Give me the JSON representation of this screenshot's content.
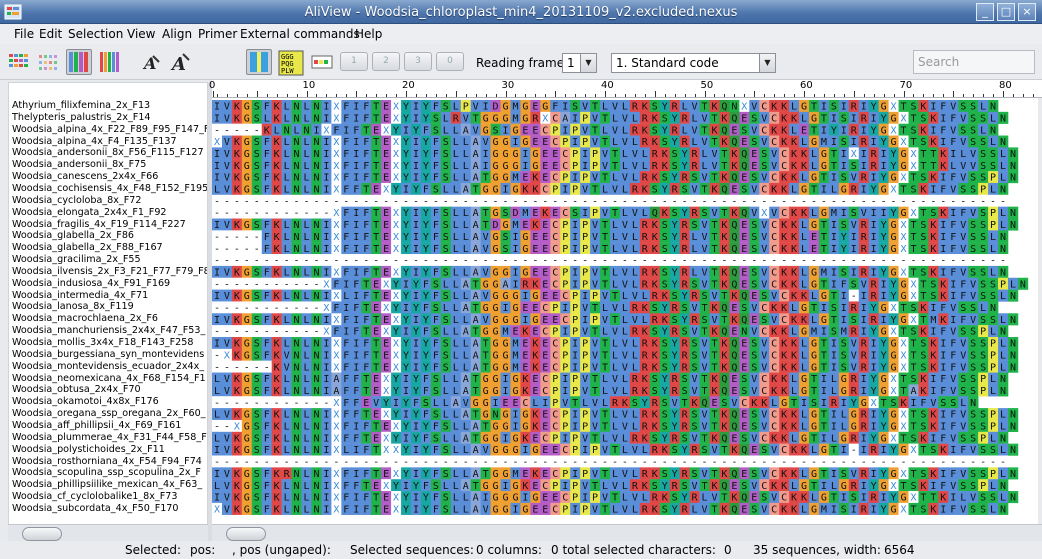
{
  "window": {
    "title": "AliView - Woodsia_chloroplast_min4_20131109_v2.excluded.nexus"
  },
  "menu": [
    "File",
    "Edit",
    "Selection",
    "View",
    "Align",
    "Primer",
    "External commands",
    "Help"
  ],
  "toolbar": {
    "number_buttons": [
      "1",
      "2",
      "3",
      "0"
    ],
    "reading_frame_label": "Reading frame:",
    "reading_frame_value": "1",
    "genetic_code_value": "1. Standard code",
    "search_placeholder": "Search"
  },
  "ruler_ticks": [
    "0",
    "10",
    "20",
    "30",
    "40",
    "50",
    "60",
    "70",
    "80"
  ],
  "sequences": [
    {
      "name": "Athyrium_filixfemina_2x_F13",
      "seq": "IVKGSFKLNLNIXFIFTEXYIYFSLPVIDGMGEGFISVTLVLRKSYRLVTKQNXVCKKLGTISIRIYGXTSKIFVSSLN"
    },
    {
      "name": "Thelypteris_palustris_2x_F14",
      "seq": "IVKGSLKLNLNIXFIFTEXYIYSLRVTGGGMGRXCAIPVTLVLRKSYRLVTKQESVCKKLGTISIRIYGXTSKIFVSSLN"
    },
    {
      "name": "Woodsia_alpina_4x_F22_F89_F95_F147_F",
      "seq": "-----KLNLNIXFIFTEXYIYFSLLAVGSIGEECPIPVTLVLRKSYRLVTKQESVCKKLETIYIRIYGXTSKIFVSSLN"
    },
    {
      "name": "Woodsia_alpina_4x_F4_F135_F137",
      "seq": "XVKGSFKLNLNIXFIFTEXYIYFSLLAVGGIGEECPIPVTLVLRKSYRLVTKQESVCKKLGMISIRIYGXTSKIFVSSLN"
    },
    {
      "name": "Woodsia_andersonii_8x_F56_F115_F127",
      "seq": "IVKGSFKLNLNIXFIFTEXYIYFSLLAIGGGIGEECPIPVTLVLRKSYRLVTKQESVCKKLGTIXIRIYGXTTKILVSSLN"
    },
    {
      "name": "Woodsia_andersonii_8x_F75",
      "seq": "IVKGSFKLNLNIXFIFTEXYIYFSLLAIGGGIGEECPIPVTLVLRKSYRLVTKQESVCKKLGTISIRIYGXTTKLVVSSLN"
    },
    {
      "name": "Woodsia_canescens_2x4x_F66",
      "seq": "IVKGSFKLNLNIXFIFTEXYIYFSLLATGGMEKECPIPVTLVLRKSYRSVTKQESVCKKLGTISVRIYGXTSKIFVSSPLN"
    },
    {
      "name": "Woodsia_cochisensis_4x_F48_F152_F195",
      "seq": "LVKGSFKLNLNIXFFTEXYIYFSLLATGGIGKKCPIPVTLVLRKSYRSVTKQESVCKKLGTILGRIYGXTSKIFVSSPLN"
    },
    {
      "name": "Woodsia_cycloloba_8x_F72",
      "seq": "--------------------------------------------------------------------------------"
    },
    {
      "name": "Woodsia_elongata_2x4x_F1_F92",
      "seq": "------------XFIFTEXYIYFSLLATGSDMEKECSIPVTLVLQKSYRSVTKQVXVCKKLGMISVIIYGXTSKIFVSPLN"
    },
    {
      "name": "Woodsia_fragilis_4x_F19_F114_F227",
      "seq": "IVKGSFKLNLNIXFIFTEXYIYFSLLATDGMEKECPIPVTLVLRKSYRSVTKQESVCKKLGTISVRIYGXTSKIFVSSPLN"
    },
    {
      "name": "Woodsia_glabella_2x_F86",
      "seq": "-----FKLNLNIXFIFTEXYIYFSLLAVGSIGEECPIPVTLVLRKSYRLVTKQESVCKKLETIYIRIYGXTSKIFVSSLN"
    },
    {
      "name": "Woodsia_glabella_2x_F88_F167",
      "seq": "-----FKLNLNIXFIFTEXYIYFSLLAVGSIGEECPIPVTLVLRKSYRLVTKQESVCKKLETIYIRIYGXTSKIFVSSLN"
    },
    {
      "name": "Woodsia_gracilima_2x_F55",
      "seq": "--------------------------------------------------------------------------------"
    },
    {
      "name": "Woodsia_ilvensis_2x_F3_F21_F77_F79_F8",
      "seq": "IVKGSFKLNLNIXFIFTEXYIYFSLLAVGGIGEECPIPVTLVLRKSYRLVTKQESVCKKLGMISIRIYGXTSKIFVSSLN"
    },
    {
      "name": "Woodsia_indusiosa_4x_F91_F169",
      "seq": "-----------XFIFTEXYIYFSLLATGGAIRKECPIPVTLVLRKSYRSVTKQESVCKKLGTIFSVRIYGXTSKIFVSSPLN"
    },
    {
      "name": "Woodsia_intermedia_4x_F71",
      "seq": "IVKGSFKLNLNIXLIFTEXYIYFSLLAVGGGIGEECPIPVTLVLRKSYRSVTKQESVCKKLGTI-IRIYGXTSKIFVSSLN"
    },
    {
      "name": "Woodsia_lanosa_8x_F119",
      "seq": "-----------XFIFTEXYIYFSLLATGGIGEECPIPVTLVLRKSYRSVTKQESVCKKLGTISIRIYGXTSKIFVSSLN"
    },
    {
      "name": "Woodsia_macrochlaena_2x_F6",
      "seq": "IVKGSFKLNLNIXFIFTEXYIYFSLLAVGGGIGEECPIPVTLVLRKSYRSVTKQESVCKKLGTISIRIYGXTMKIFVSSLN"
    },
    {
      "name": "Woodsia_manchuriensis_2x4x_F47_F53_",
      "seq": "-----------XFIFTEXYIYFSLLATGGMEKECPIPVTLVLRKSYRSVTKQENVCKKLGMISMRIYGXTSKIFVSSPLN"
    },
    {
      "name": "Woodsia_mollis_3x4x_F18_F143_F258",
      "seq": "IVKGSFKLNLNIXFIFTEXYIYFSLLATGGMEKECPIPVTLVLRKSYRSVTKQESVCKKLGTISVRIYGXTSKIFVSSPLN"
    },
    {
      "name": "Woodsia_burgessiana_syn_montevidens",
      "seq": "-XKGSFKVNLNIXFIFTEXYIYFSLLATGGMEKECPIPVTLVLRKSYRSVTKQESVCKKLGTISVRIYGXTSKIFVSSPLN"
    },
    {
      "name": "Woodsia_montevidensis_ecuador_2x4x_",
      "seq": "------KVNLNIXFIFTEXYIYFSLLATGGMEKECPIPVTLVLRKSYRSVTKQESVCKKLGTISVRIYGXTSKIFVSSPLN"
    },
    {
      "name": "Woodsia_neomexicana_4x_F68_F154_F1",
      "seq": "LVKGSFKLNLNIAFFTEXYIYFSLLATGGIGKECPIPVTLVLRKSYRSVTKQESVCKKLGTILGRIYGXTSKIFVSSPLN"
    },
    {
      "name": "Woodsia_obtusa_2x4x_F70",
      "seq": "LVKGSFKLNLNIAFFTEXYIYFSLLATGGIGKECPIPVTLVLRKSYRSVTKQESVCKKLGTILGRIYGXTAKIFVSSPLN"
    },
    {
      "name": "Woodsia_okamotoi_4x8x_F176",
      "seq": "------------XFFEVYIYFSLLAVGGIEECLIPVTLVLRKSYRSVTKQESVCKKLGTISIRIYGXTSKIFVSSLN"
    },
    {
      "name": "Woodsia_oregana_ssp_oregana_2x_F60_",
      "seq": "LVKGSFKLNLNIXFFTEXYIYFSLLATGNGIGKECPIPVTLVLRKSYRSVTKQESVCKKLGTILGRIYGXTSKIFVSSPLN"
    },
    {
      "name": "Woodsia_aff_phillipsii_4x_F69_F161",
      "seq": "--XGSFKLNLNIXFIFTEXYIYFSLLATGGIGKECPIPVTLVLRKSYRSVTKQESVCKKLGTILGRIYGXTSKIFVSSPLN"
    },
    {
      "name": "Woodsia_plummerae_4x_F31_F44_F58_F",
      "seq": "LVKGSFKLNLNIXFFTEXYIYFSLLATGGIGKECPIPVTLVLRKSYRSVTKQESVCKKLGTILGRIYGXTSKIFVSSPLN"
    },
    {
      "name": "Woodsia_polystichoides_2x_F11",
      "seq": "IVKGSFKLNLNIXLIFTXXYIYFSLLAVGGGIGEECPIPVTLVLRKSYRSVTKQESVCKKLGTI-IRIYGXTSKIFVSSLN"
    },
    {
      "name": "Woodsia_rosthorniana_4x_F54_F94_F74",
      "seq": "--------------------------------------------------------------------------------"
    },
    {
      "name": "Woodsia_scopulina_ssp_scopulina_2x_F",
      "seq": "IVKGSFKRNLNIXFIFTEXYIYFSLLATGGMEKECPIPVTLVLRKSYRSVTKQESVCKKLGTISVRIYGXTSKIFVSSPLN"
    },
    {
      "name": "Woodsia_phillipsiilike_mexican_4x_F63_",
      "seq": "LVKGSFKLNLNIXFFTEXYIYFSLLATGGIGKECPIPVTLVLRKSYRSVTKQESVCKKLGTILGRIYGXTSKIFVSSPLN"
    },
    {
      "name": "Woodsia_cf_cyclolobalike1_8x_F73",
      "seq": "IVKGSFKLNLNIXFIFTEXYIYFSLLAIGGGIGEECPIPVTLVLRKSYRLVTKQESVCKKLGTISIRIYGXTTKILVSSLN"
    },
    {
      "name": "Woodsia_subcordata_4x_F50_F170",
      "seq": "XVKGSFKLNLNIXFIFTEXYIYFSLLAVGGIGEECPIPVTLVLRKSYRLVTKQESVCKKLGMISIRIYGXTSKIFVSSLN"
    }
  ],
  "aa_colors": {
    "A": "#8aa6d8",
    "R": "#e04848",
    "N": "#1fb34a",
    "D": "#b45cc7",
    "C": "#f09b8c",
    "Q": "#2a9d3c",
    "E": "#b45cc7",
    "G": "#f0a030",
    "H": "#1aa6a6",
    "I": "#5a8ed8",
    "L": "#5a8ed8",
    "K": "#e04848",
    "M": "#5a8ed8",
    "F": "#5a8ed8",
    "P": "#e8e84a",
    "S": "#1fb34a",
    "T": "#1fb34a",
    "W": "#5a8ed8",
    "Y": "#17a8a4",
    "V": "#5a8ed8",
    "X": "#ffffff",
    "-": "#ffffff"
  },
  "status": {
    "selected_label": "Selected:",
    "pos_label": "pos:",
    "ungaped_label": ", pos (ungaped):",
    "selected_sequences_label": "Selected sequences:",
    "columns": "0 columns:",
    "total_selected": "0 total selected characters:",
    "total_selected_value": "0",
    "summary": "35 sequences, width:",
    "width_value": "6564"
  }
}
